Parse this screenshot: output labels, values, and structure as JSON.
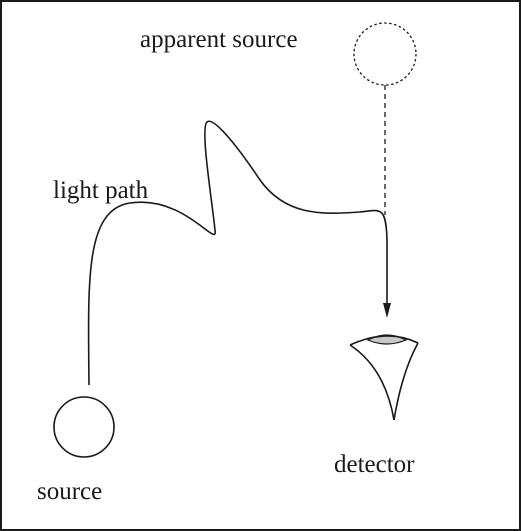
{
  "labels": {
    "apparent_source": "apparent source",
    "light_path": "light path",
    "source": "source",
    "detector": "detector"
  },
  "colors": {
    "stroke": "#1a1a1a",
    "lens_fill": "#c8c8c8",
    "background": "#ffffff"
  }
}
